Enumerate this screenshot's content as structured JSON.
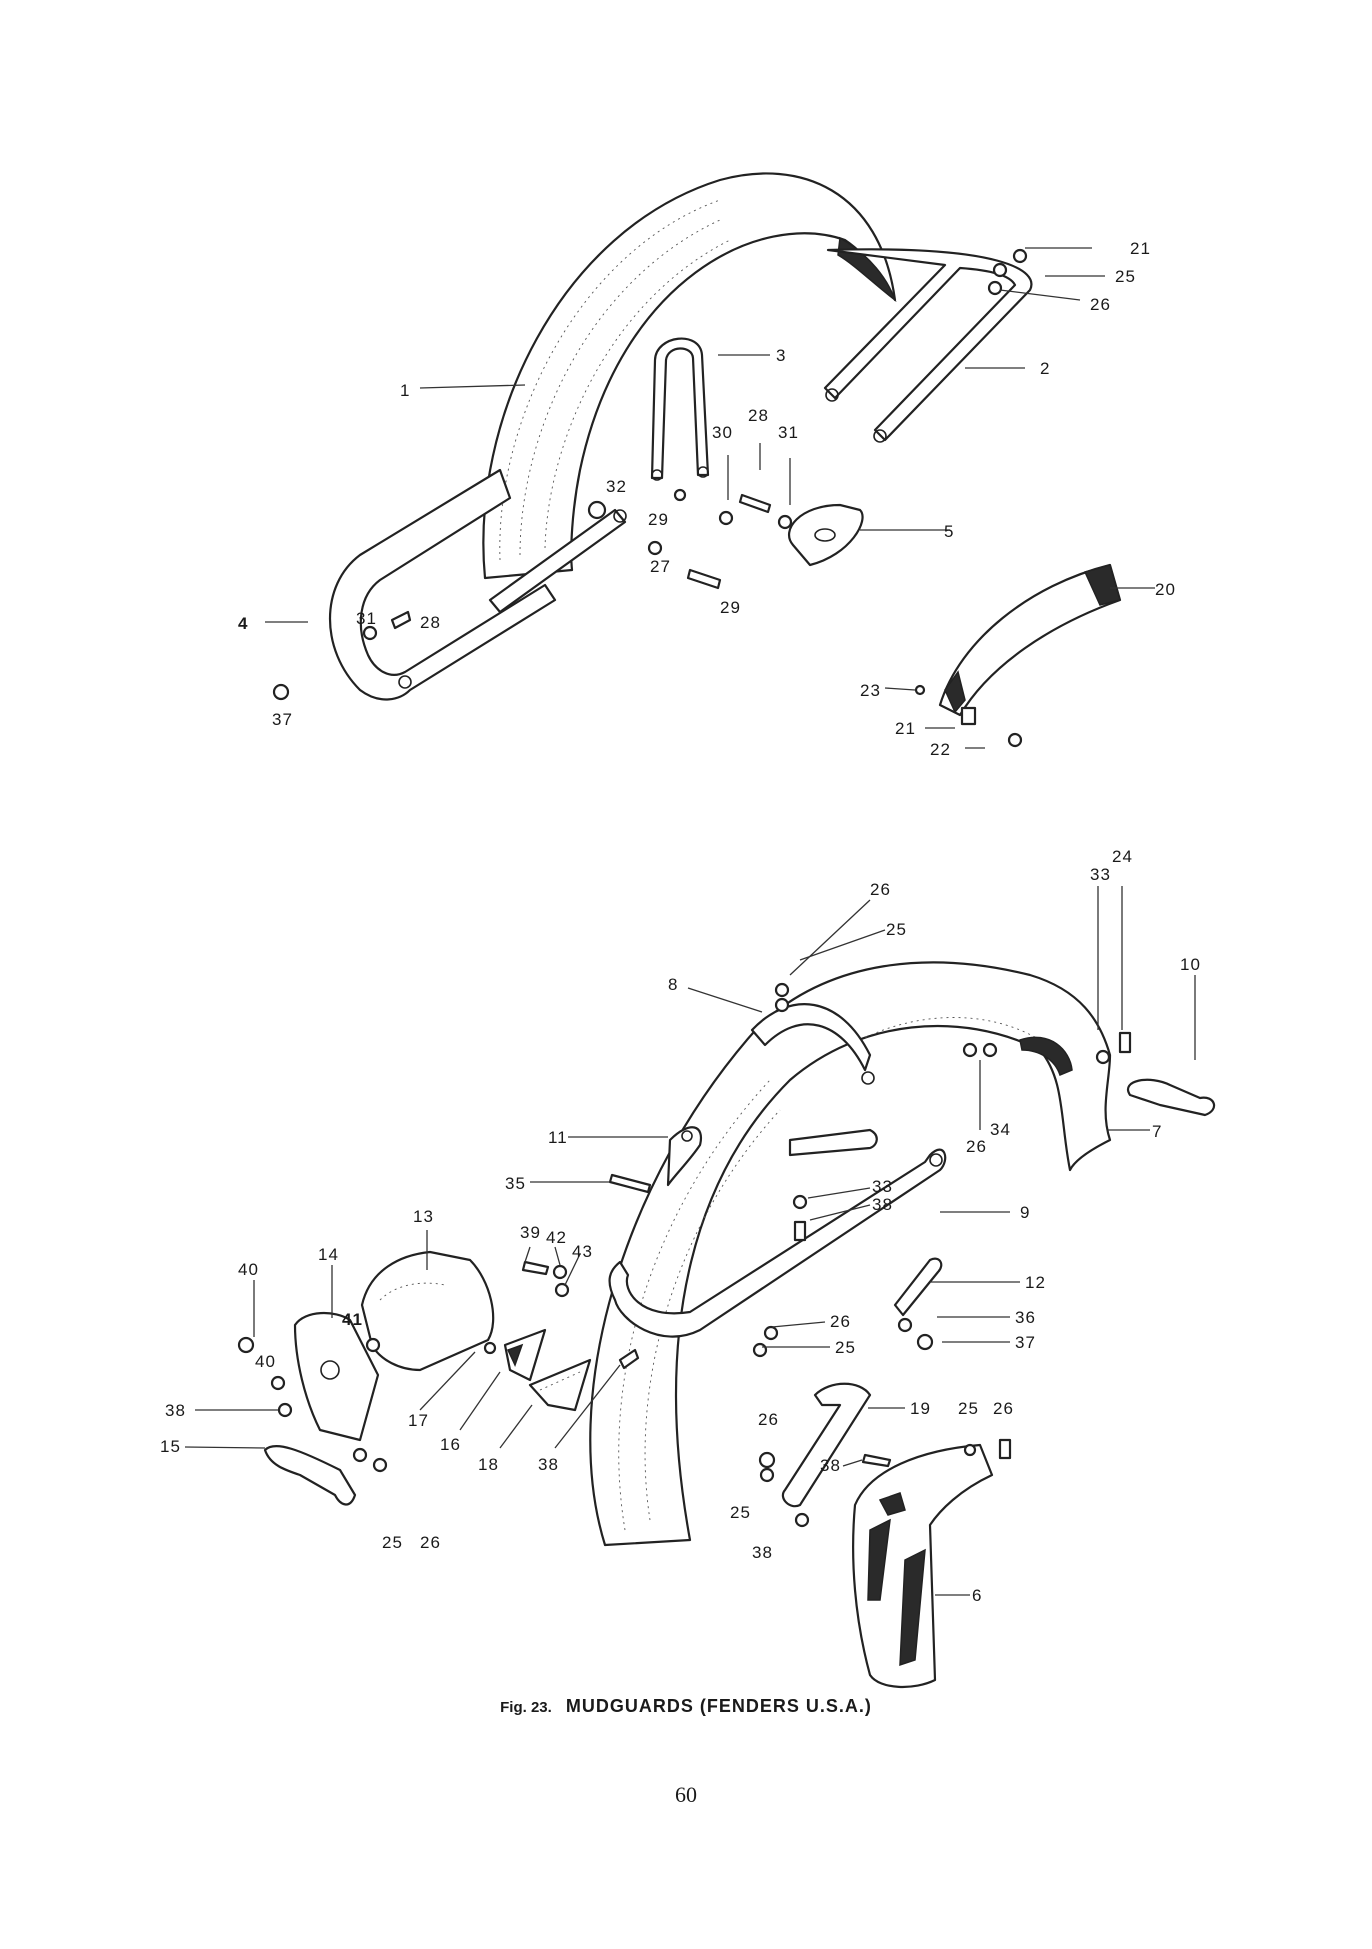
{
  "figure": {
    "number_label": "Fig. 23.",
    "title": "MUDGUARDS (FENDERS U.S.A.)"
  },
  "page_number": "60",
  "callouts": {
    "front": [
      "1",
      "2",
      "3",
      "4",
      "5",
      "20",
      "21",
      "25",
      "26",
      "28",
      "30",
      "31",
      "32",
      "29",
      "27",
      "29",
      "31",
      "28",
      "37",
      "23",
      "21",
      "22"
    ],
    "rear": [
      "26",
      "25",
      "33",
      "24",
      "10",
      "8",
      "7",
      "34",
      "26",
      "11",
      "35",
      "33",
      "38",
      "9",
      "13",
      "39",
      "42",
      "43",
      "40",
      "14",
      "12",
      "41",
      "26",
      "36",
      "40",
      "25",
      "37",
      "38",
      "17",
      "16",
      "18",
      "38",
      "19",
      "26",
      "25",
      "26",
      "15",
      "38",
      "25",
      "26",
      "25",
      "38",
      "6"
    ]
  }
}
